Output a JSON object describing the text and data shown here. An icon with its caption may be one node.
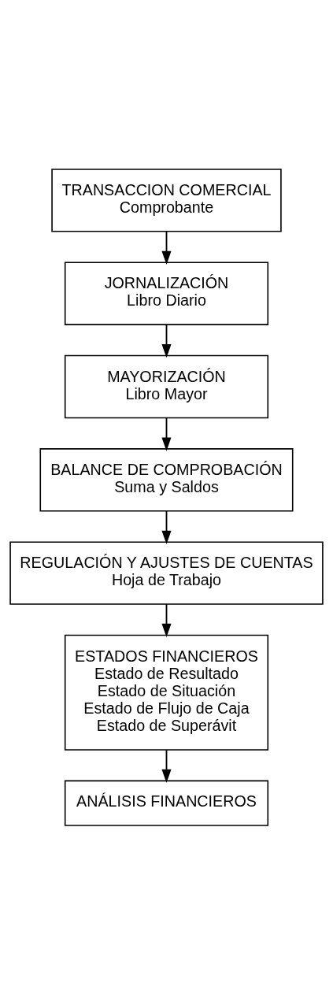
{
  "diagram": {
    "nodes": [
      {
        "text": [
          "TRANSACCION COMERCIAL",
          "Comprobante"
        ]
      },
      {
        "text": [
          "JORNALIZACIÓN",
          "Libro Diario"
        ]
      },
      {
        "text": [
          "MAYORIZACIÓN",
          "Libro Mayor"
        ]
      },
      {
        "text": [
          "BALANCE DE COMPROBACIÓN",
          "Suma y Saldos"
        ]
      },
      {
        "text": [
          "REGULACIÓN Y AJUSTES DE CUENTAS",
          "Hoja de Trabajo"
        ]
      },
      {
        "text": [
          "ESTADOS FINANCIEROS",
          "Estado de Resultado",
          "Estado de Situación",
          "Estado de Flujo de Caja",
          "Estado de Superávit"
        ]
      },
      {
        "text": [
          "ANÁLISIS FINANCIEROS"
        ]
      }
    ],
    "edges": [
      {
        "from": 0,
        "to": 1,
        "arrow": "to"
      },
      {
        "from": 1,
        "to": 2,
        "arrow": "to"
      },
      {
        "from": 2,
        "to": 3,
        "arrow": "to"
      },
      {
        "from": 3,
        "to": 4,
        "arrow": "to"
      },
      {
        "from": 4,
        "to": 5,
        "arrow": "to"
      },
      {
        "from": 5,
        "to": 6,
        "arrow": "to"
      }
    ]
  }
}
